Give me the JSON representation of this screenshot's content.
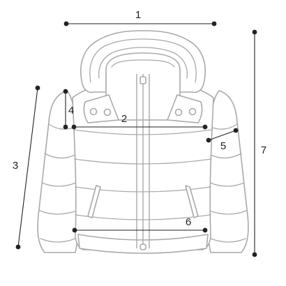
{
  "labels": {
    "m1": "1",
    "m2": "2",
    "m3": "3",
    "m4": "4",
    "m5": "5",
    "m6": "6",
    "m7": "7"
  },
  "colors": {
    "outline": "#a9a9a9",
    "measure": "#222222",
    "background": "#ffffff"
  }
}
